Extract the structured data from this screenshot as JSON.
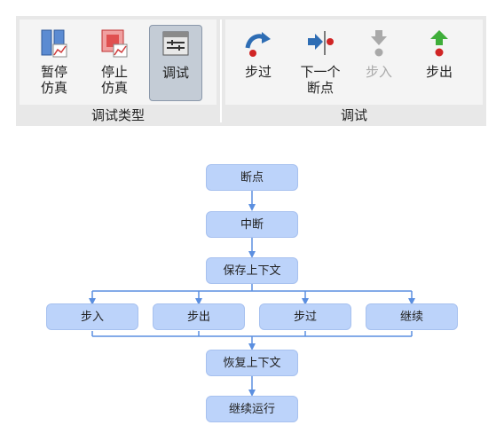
{
  "ribbon": {
    "groups": [
      {
        "label": "调试类型",
        "buttons": [
          {
            "label_line1": "暂停",
            "label_line2": "仿真",
            "icon": "pause-sim-icon"
          },
          {
            "label_line1": "停止",
            "label_line2": "仿真",
            "icon": "stop-sim-icon"
          },
          {
            "label_line1": "调试",
            "label_line2": "",
            "icon": "debug-icon",
            "active": true
          }
        ]
      },
      {
        "label": "调试",
        "buttons": [
          {
            "label_line1": "步过",
            "label_line2": "",
            "icon": "step-over-icon"
          },
          {
            "label_line1": "下一个",
            "label_line2": "断点",
            "icon": "next-breakpoint-icon"
          },
          {
            "label_line1": "步入",
            "label_line2": "",
            "icon": "step-into-icon",
            "disabled": true
          },
          {
            "label_line1": "步出",
            "label_line2": "",
            "icon": "step-out-icon"
          }
        ]
      }
    ]
  },
  "flowchart": {
    "nodes": {
      "breakpoint": "断点",
      "interrupt": "中断",
      "save_context": "保存上下文",
      "step_into": "步入",
      "step_out": "步出",
      "step_over": "步过",
      "continue": "继续",
      "restore_context": "恢复上下文",
      "continue_run": "继续运行"
    }
  },
  "colors": {
    "node_fill": "#bcd3fa",
    "arrow": "#5b8fe0",
    "ribbon_bg": "#e8e8e8"
  }
}
